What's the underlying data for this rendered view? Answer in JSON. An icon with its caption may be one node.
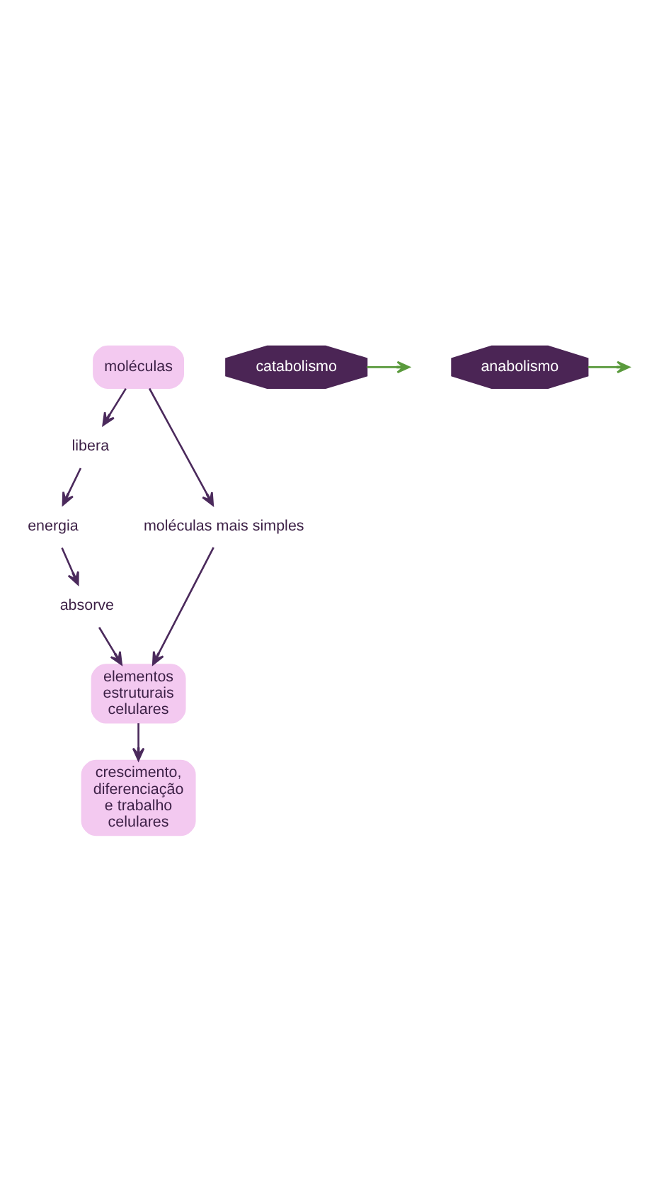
{
  "diagram": {
    "nodes": [
      {
        "text": [
          "moléculas"
        ]
      },
      {
        "text": [
          "catabolismo"
        ]
      },
      {
        "text": [
          "libera"
        ]
      },
      {
        "text": [
          "energia"
        ]
      },
      {
        "text": [
          "moléculas mais simples"
        ]
      },
      {
        "text": [
          "absorve"
        ]
      },
      {
        "text": [
          "anabolismo"
        ]
      },
      {
        "text": [
          "elementos estruturais celulares"
        ]
      },
      {
        "text": [
          "crescimento, diferenciação e trabalho celulares"
        ]
      }
    ],
    "edges": [
      {
        "from": 1,
        "to": null,
        "arrow": "to",
        "color": "#5a9a3c"
      },
      {
        "from": 0,
        "to": 2,
        "arrow": "to"
      },
      {
        "from": 0,
        "to": 4,
        "arrow": "to"
      },
      {
        "from": 2,
        "to": 3,
        "arrow": "to"
      },
      {
        "from": 3,
        "to": 5,
        "arrow": "to"
      },
      {
        "from": 6,
        "to": null,
        "arrow": "to",
        "color": "#5a9a3c"
      },
      {
        "from": 5,
        "to": 7,
        "arrow": "to"
      },
      {
        "from": 4,
        "to": 7,
        "arrow": "to"
      },
      {
        "from": 7,
        "to": 8,
        "arrow": "to"
      }
    ]
  }
}
